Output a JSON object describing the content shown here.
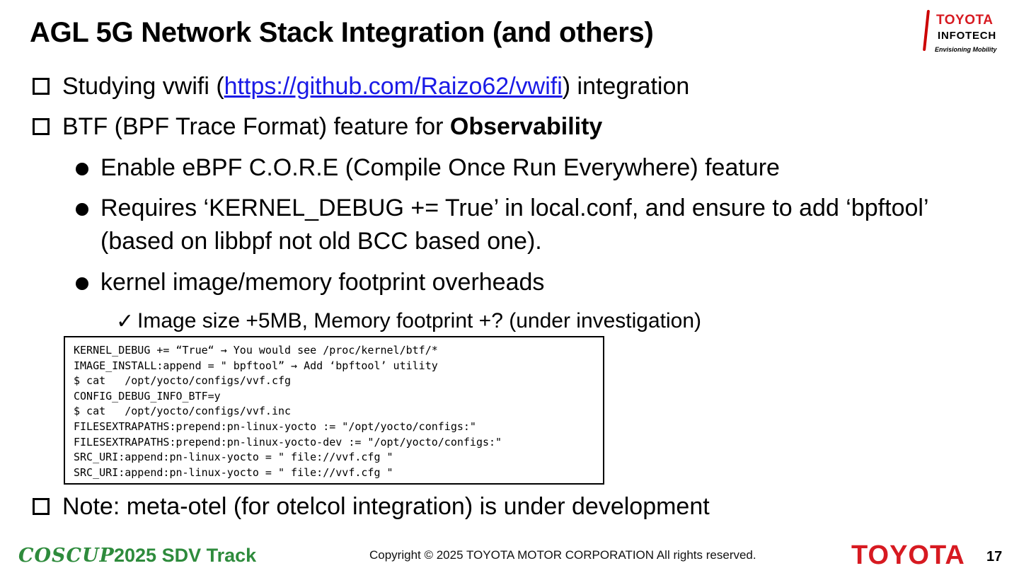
{
  "slide": {
    "title": "AGL 5G Network Stack Integration (and others)",
    "logo_top": {
      "line1": "TOYOTA",
      "line2": "INFOTECH",
      "line3": "Envisioning Mobility"
    },
    "bullets": {
      "b1_prefix": "Studying vwifi (",
      "b1_link": "https://github.com/Raizo62/vwifi",
      "b1_suffix": ") integration",
      "b2_prefix": "BTF (BPF Trace Format) feature for ",
      "b2_bold": "Observability",
      "s1": "Enable eBPF C.O.R.E (Compile Once Run Everywhere) feature",
      "s2_line1": "Requires ‘KERNEL_DEBUG += True’ in local.conf, and ensure to add ‘bpftool’",
      "s2_line2": "(based on libbpf not old BCC based one).",
      "s3": "kernel image/memory footprint overheads",
      "check_mark": "✓",
      "s3_sub": "Image size  +5MB, Memory footprint +? (under investigation)",
      "b3": "Note: meta-otel (for otelcol integration) is under development"
    },
    "code_lines": [
      "KERNEL_DEBUG += “True“ → You would see /proc/kernel/btf/*",
      "IMAGE_INSTALL:append = \" bpftool” → Add ‘bpftool’ utility",
      "$ cat   /opt/yocto/configs/vvf.cfg",
      "CONFIG_DEBUG_INFO_BTF=y",
      "$ cat   /opt/yocto/configs/vvf.inc",
      "FILESEXTRAPATHS:prepend:pn-linux-yocto := \"/opt/yocto/configs:\"",
      "FILESEXTRAPATHS:prepend:pn-linux-yocto-dev := \"/opt/yocto/configs:\"",
      "SRC_URI:append:pn-linux-yocto = \" file://vvf.cfg \"",
      "SRC_URI:append:pn-linux-yocto = \" file://vvf.cfg \""
    ],
    "footer": {
      "coscup": "COSCUP",
      "track": "2025 SDV Track",
      "copyright": "Copyright ©  2025 TOYOTA MOTOR CORPORATION All rights reserved.",
      "toyota": "TOYOTA",
      "page_number": "17"
    },
    "colors": {
      "link": "#1a1ae6",
      "toyota_red": "#d71a21",
      "coscup_green": "#2e8b3c"
    }
  }
}
